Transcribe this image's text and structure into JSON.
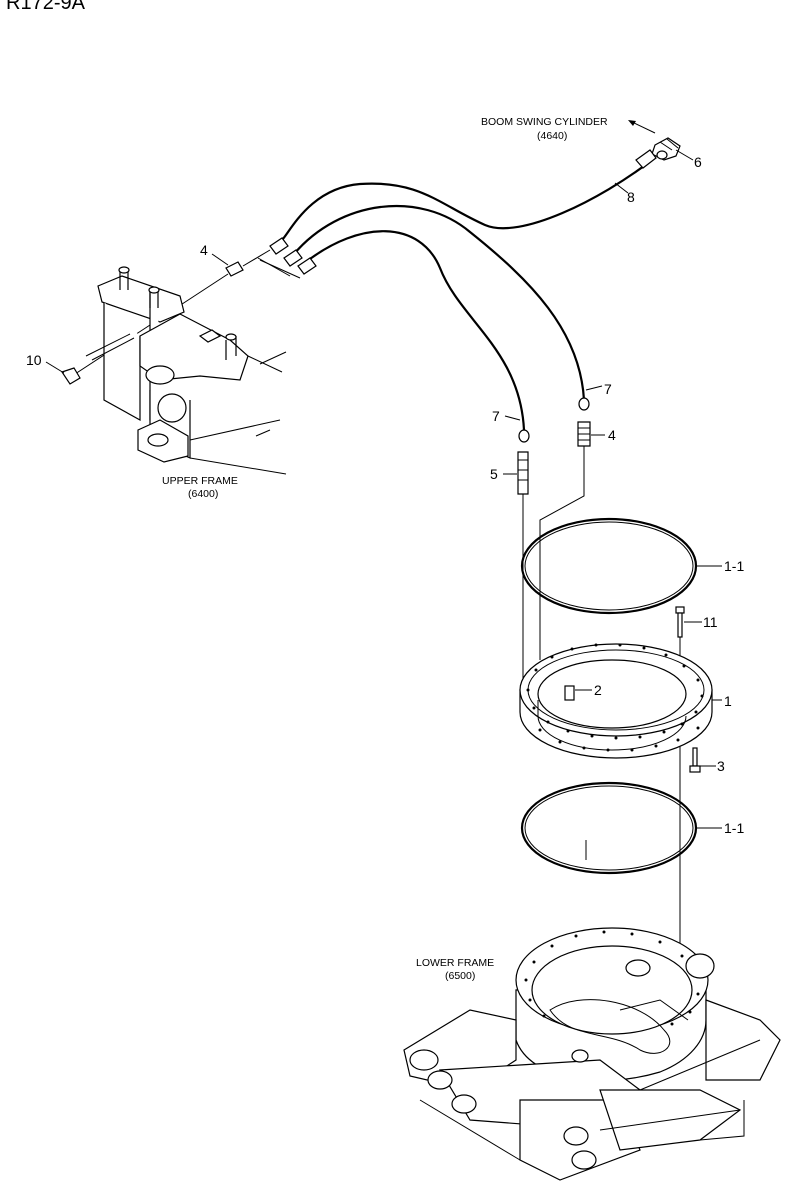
{
  "title": "R172-9A",
  "captions": {
    "boom_swing_cylinder": "BOOM SWING CYLINDER",
    "boom_swing_cylinder_code": "(4640)",
    "upper_frame": "UPPER FRAME",
    "upper_frame_code": "(6400)",
    "lower_frame": "LOWER FRAME",
    "lower_frame_code": "(6500)"
  },
  "callouts": {
    "p6": "6",
    "p8": "8",
    "p4_top": "4",
    "p10": "10",
    "p7_right": "7",
    "p7_left": "7",
    "p4_right": "4",
    "p5": "5",
    "p1_1_top": "1-1",
    "p11": "11",
    "p2": "2",
    "p1": "1",
    "p3": "3",
    "p1_1_bottom": "1-1"
  }
}
